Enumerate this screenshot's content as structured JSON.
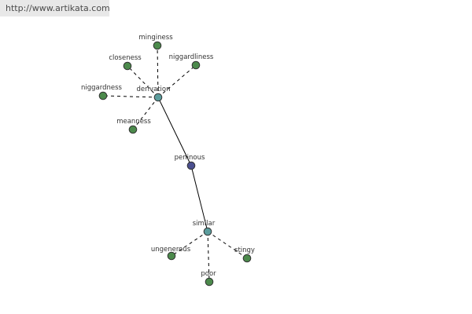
{
  "source_url": "http://www.artikata.com",
  "colors": {
    "center": "#4b4f8f",
    "hub": "#5b9c9c",
    "leaf": "#4c8a4c",
    "edge": "#000000"
  },
  "nodes": {
    "peninous": "peninous",
    "derivation": "derivation",
    "similar": "similar",
    "minginess": "minginess",
    "closeness": "closeness",
    "niggardliness": "niggardliness",
    "niggardness": "niggardness",
    "meanness": "meanness",
    "ungenerous": "ungenerous",
    "stingy": "stingy",
    "poor": "poor"
  }
}
